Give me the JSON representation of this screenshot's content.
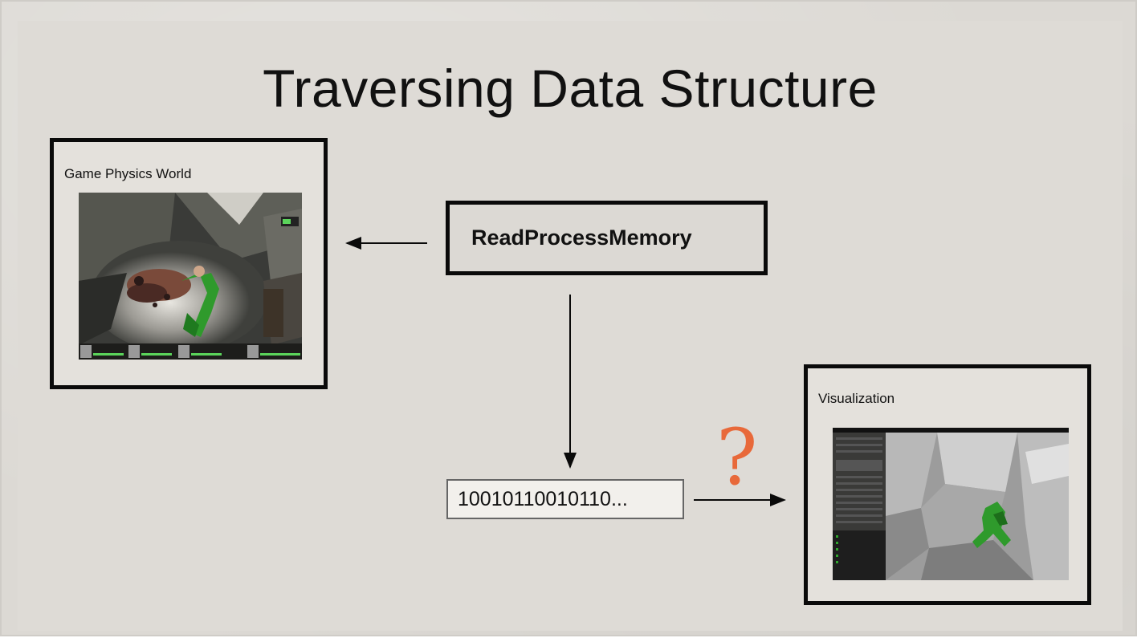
{
  "slide": {
    "title": "Traversing Data Structure"
  },
  "panels": {
    "game": {
      "label": "Game Physics World"
    },
    "visualization": {
      "label": "Visualization"
    }
  },
  "boxes": {
    "read_process_memory": "ReadProcessMemory",
    "binary": "10010110010110..."
  },
  "annotation": {
    "question_mark": "?"
  },
  "colors": {
    "background": "#dedbd6",
    "question_mark": "#e8693a",
    "ragdoll_green": "#2f9a2c"
  }
}
